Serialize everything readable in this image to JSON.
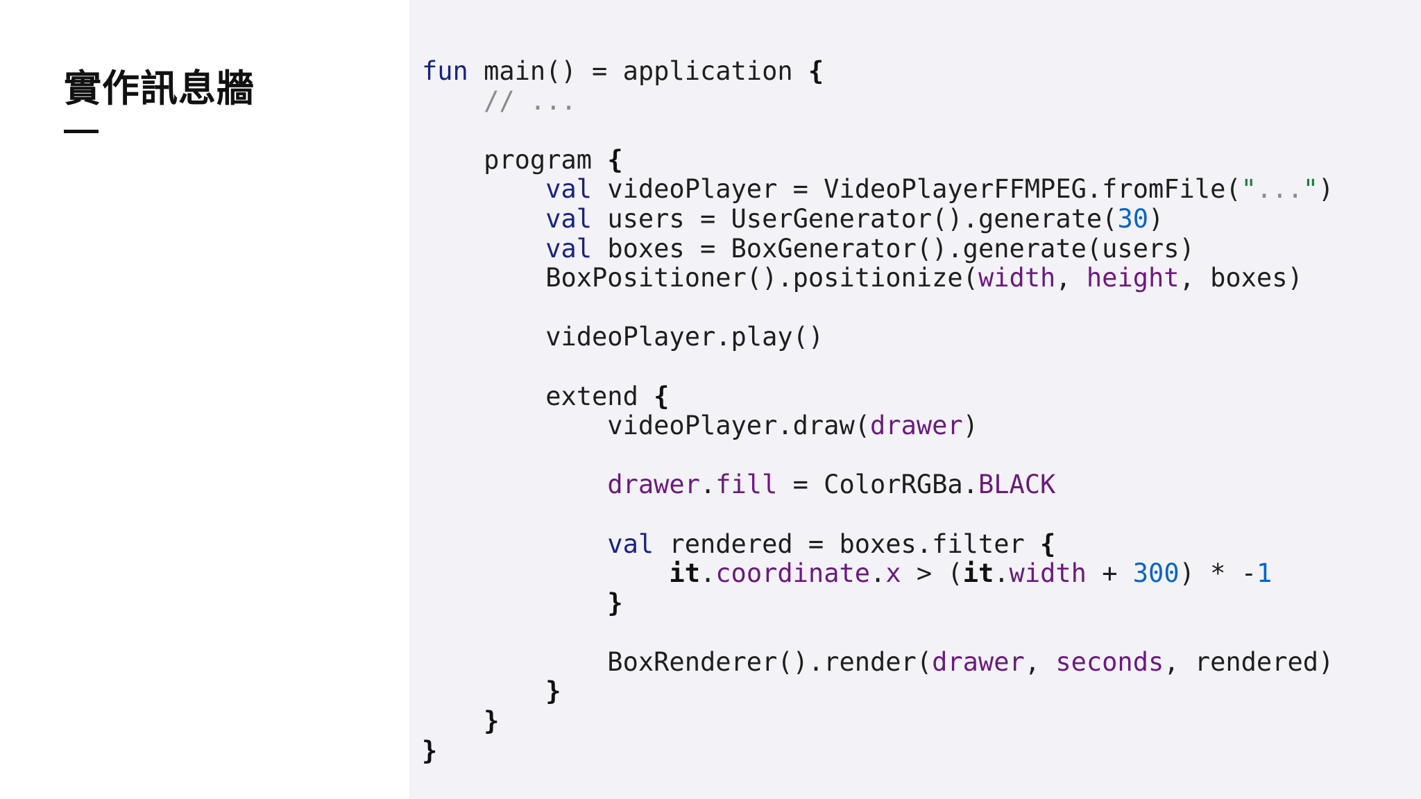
{
  "slide": {
    "title": "實作訊息牆"
  },
  "code": {
    "language": "Kotlin",
    "lines": [
      [
        {
          "t": "fun",
          "c": "kw"
        },
        {
          "t": " main() = application "
        },
        {
          "t": "{",
          "c": "br"
        }
      ],
      [
        {
          "t": "    "
        },
        {
          "t": "// ...",
          "c": "cm"
        }
      ],
      [],
      [
        {
          "t": "    program "
        },
        {
          "t": "{",
          "c": "br"
        }
      ],
      [
        {
          "t": "        "
        },
        {
          "t": "val",
          "c": "kw"
        },
        {
          "t": " videoPlayer = VideoPlayerFFMPEG.fromFile("
        },
        {
          "t": "\"",
          "c": "str"
        },
        {
          "t": "...",
          "c": "dim"
        },
        {
          "t": "\"",
          "c": "str"
        },
        {
          "t": ")"
        }
      ],
      [
        {
          "t": "        "
        },
        {
          "t": "val",
          "c": "kw"
        },
        {
          "t": " users = UserGenerator().generate("
        },
        {
          "t": "30",
          "c": "num"
        },
        {
          "t": ")"
        }
      ],
      [
        {
          "t": "        "
        },
        {
          "t": "val",
          "c": "kw"
        },
        {
          "t": " boxes = BoxGenerator().generate(users)"
        }
      ],
      [
        {
          "t": "        BoxPositioner().positionize("
        },
        {
          "t": "width",
          "c": "prop"
        },
        {
          "t": ", "
        },
        {
          "t": "height",
          "c": "prop"
        },
        {
          "t": ", boxes)"
        }
      ],
      [],
      [
        {
          "t": "        videoPlayer.play()"
        }
      ],
      [],
      [
        {
          "t": "        extend "
        },
        {
          "t": "{",
          "c": "br"
        }
      ],
      [
        {
          "t": "            videoPlayer.draw("
        },
        {
          "t": "drawer",
          "c": "prop"
        },
        {
          "t": ")"
        }
      ],
      [],
      [
        {
          "t": "            "
        },
        {
          "t": "drawer",
          "c": "prop"
        },
        {
          "t": "."
        },
        {
          "t": "fill",
          "c": "prop"
        },
        {
          "t": " = ColorRGBa."
        },
        {
          "t": "BLACK",
          "c": "prop"
        }
      ],
      [],
      [
        {
          "t": "            "
        },
        {
          "t": "val",
          "c": "kw"
        },
        {
          "t": " rendered = boxes.filter "
        },
        {
          "t": "{",
          "c": "br"
        }
      ],
      [
        {
          "t": "                "
        },
        {
          "t": "it",
          "c": "bk"
        },
        {
          "t": "."
        },
        {
          "t": "coordinate",
          "c": "prop"
        },
        {
          "t": "."
        },
        {
          "t": "x",
          "c": "prop"
        },
        {
          "t": " > ("
        },
        {
          "t": "it",
          "c": "bk"
        },
        {
          "t": "."
        },
        {
          "t": "width",
          "c": "prop"
        },
        {
          "t": " + "
        },
        {
          "t": "300",
          "c": "num"
        },
        {
          "t": ") * -"
        },
        {
          "t": "1",
          "c": "num"
        }
      ],
      [
        {
          "t": "            "
        },
        {
          "t": "}",
          "c": "br"
        }
      ],
      [],
      [
        {
          "t": "            BoxRenderer().render("
        },
        {
          "t": "drawer",
          "c": "prop"
        },
        {
          "t": ", "
        },
        {
          "t": "seconds",
          "c": "prop"
        },
        {
          "t": ", rendered)"
        }
      ],
      [
        {
          "t": "        "
        },
        {
          "t": "}",
          "c": "br"
        }
      ],
      [
        {
          "t": "    "
        },
        {
          "t": "}",
          "c": "br"
        }
      ],
      [
        {
          "t": "}",
          "c": "br"
        }
      ]
    ]
  },
  "colors": {
    "background": "#ffffff",
    "code_panel": "#f2f2f7",
    "keyword": "#1a237e",
    "comment": "#8a8a8a",
    "string_quote": "#1e7a3c",
    "number": "#0a64c2",
    "property": "#6a1b7a"
  }
}
